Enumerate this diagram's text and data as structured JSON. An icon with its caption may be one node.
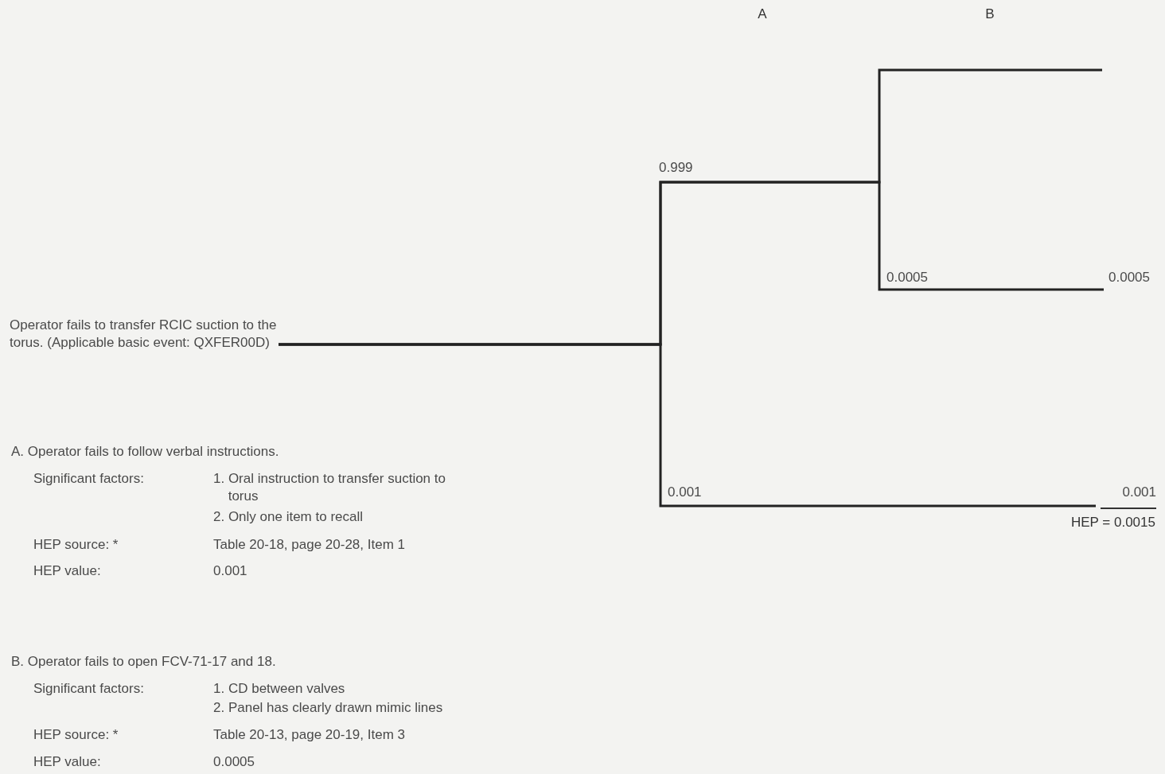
{
  "diagram": {
    "nodes": [
      {
        "text": [
          "Operator fails to transfer RCIC suction to the torus. (Applicable basic event: QXFER00D)"
        ]
      },
      {
        "text": [
          "0.0005"
        ]
      },
      {
        "text": [
          "0.001"
        ]
      }
    ],
    "edges": [
      {
        "from": 0,
        "to": null,
        "arrow": "none"
      },
      {
        "from": 0,
        "to": 1,
        "arrow": "none"
      },
      {
        "from": 0,
        "to": 2,
        "arrow": "none"
      }
    ],
    "labels": [
      "A",
      "B",
      "0.999",
      "0.0005",
      "0.001",
      "HEP = 0.0015",
      "A. Operator fails to follow verbal instructions.",
      "Significant factors:",
      "1. Oral instruction to transfer suction to torus",
      "2. Only one item to recall",
      "HEP source: *",
      "Table 20-18, page 20-28, Item 1",
      "HEP value:",
      "0.001",
      "B. Operator fails to open FCV-71-17 and 18.",
      "Significant factors:",
      "1. CD between valves",
      "2. Panel has clearly drawn mimic lines",
      "HEP source: *",
      "Table 20-13, page 20-19, Item 3",
      "HEP value:",
      "0.0005"
    ]
  }
}
